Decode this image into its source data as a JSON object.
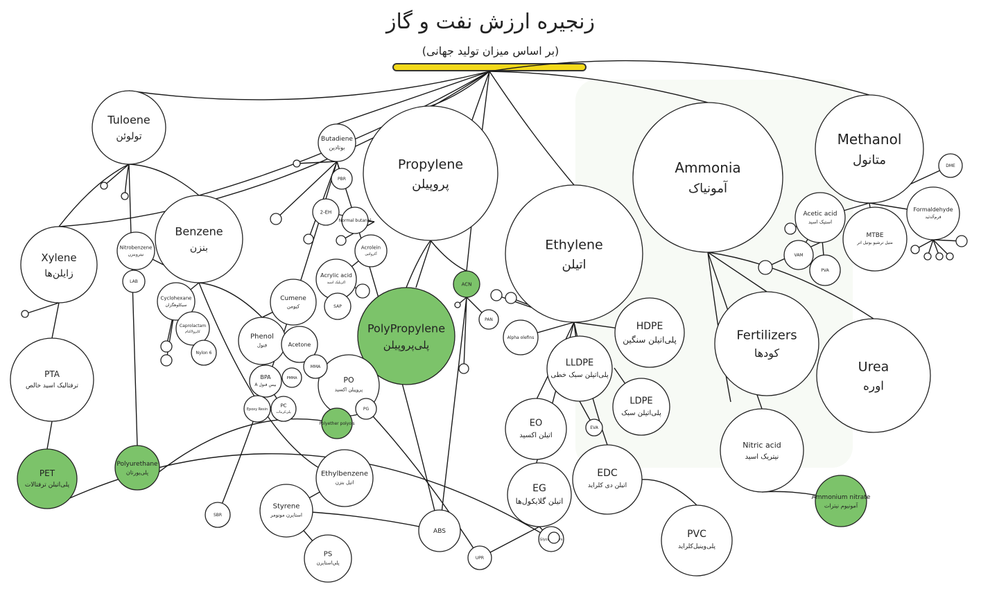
{
  "title": "زنجیره ارزش نفت و گاز",
  "subtitle": "(بر اساس میزان تولید جهانی)",
  "colors": {
    "highlight": "#7cc36a",
    "root": "#f3d91a",
    "node": "#ffffff",
    "line": "#1a1a1a"
  },
  "nodes": [
    {
      "id": "methanol",
      "en": "Methanol",
      "fa": "متانول"
    },
    {
      "id": "ammonia",
      "en": "Ammonia",
      "fa": "آمونیاک"
    },
    {
      "id": "propylene",
      "en": "Propylene",
      "fa": "پروپیلن"
    },
    {
      "id": "ethylene",
      "en": "Ethylene",
      "fa": "اتیلن"
    },
    {
      "id": "tuloene",
      "en": "Tuloene",
      "fa": "تولوئن"
    },
    {
      "id": "xylene",
      "en": "Xylene",
      "fa": "زایلن‌ها"
    },
    {
      "id": "benzene",
      "en": "Benzene",
      "fa": "بنزن"
    },
    {
      "id": "butadiene",
      "en": "Butadiene",
      "fa": "بوتادین"
    },
    {
      "id": "polypropylene",
      "en": "PolyPropylene",
      "fa": "پلی‌پروپیلن"
    },
    {
      "id": "fertilizers",
      "en": "Fertilizers",
      "fa": "کودها"
    },
    {
      "id": "urea",
      "en": "Urea",
      "fa": "اوره"
    },
    {
      "id": "hdpe",
      "en": "HDPE",
      "fa": "پلی‌اتیلن سنگین"
    },
    {
      "id": "lldpe",
      "en": "LLDPE",
      "fa": "پلی‌اتیلن سبک خطی"
    },
    {
      "id": "ldpe",
      "en": "LDPE",
      "fa": "پلی‌اتیلن سبک"
    },
    {
      "id": "pta",
      "en": "PTA",
      "fa": "ترفتالیک اسید خالص"
    },
    {
      "id": "pet",
      "en": "PET",
      "fa": "پلی‌اتیلن ترفتالات"
    },
    {
      "id": "polyurethane",
      "en": "Polyurethane",
      "fa": "پلی‌یورتان"
    },
    {
      "id": "eo",
      "en": "EO",
      "fa": "اتیلن اکسید"
    },
    {
      "id": "eg",
      "en": "EG",
      "fa": "اتیلن گلایکول‌ها"
    },
    {
      "id": "edc",
      "en": "EDC",
      "fa": "اتیلن دی کلراید"
    },
    {
      "id": "pvc",
      "en": "PVC",
      "fa": "پلی‌وینیل‌کلراید"
    },
    {
      "id": "nitricacid",
      "en": "Nitric acid",
      "fa": "نیتریک اسید"
    },
    {
      "id": "ammoniumnitrate",
      "en": "Ammonium nitrate",
      "fa": "آمونیوم نیترات"
    },
    {
      "id": "acn",
      "en": "ACN",
      "fa": ""
    },
    {
      "id": "po",
      "en": "PO",
      "fa": "پروپیلن اکسید"
    },
    {
      "id": "phenol",
      "en": "Phenol",
      "fa": "فنول"
    },
    {
      "id": "cumene",
      "en": "Cumene",
      "fa": "کیومن"
    },
    {
      "id": "ethylbenzene",
      "en": "Ethylbenzene",
      "fa": "اتیل بنزن"
    },
    {
      "id": "styrene",
      "en": "Styrene",
      "fa": "استایرن مونومر"
    },
    {
      "id": "ps",
      "en": "PS",
      "fa": "پلی‌استایرن"
    },
    {
      "id": "abs",
      "en": "ABS",
      "fa": ""
    },
    {
      "id": "aceticacid",
      "en": "Acetic acid",
      "fa": "استیک اسید"
    },
    {
      "id": "formaldehyde",
      "en": "Formaldehyde",
      "fa": "فرم‌آلدئید"
    },
    {
      "id": "mtbe",
      "en": "MTBE",
      "fa": "متیل ترشیو بوتیل اتر"
    },
    {
      "id": "dme",
      "en": "DME",
      "fa": ""
    },
    {
      "id": "vam",
      "en": "VAM",
      "fa": ""
    },
    {
      "id": "pva",
      "en": "PVA",
      "fa": ""
    },
    {
      "id": "nitrobenzene",
      "en": "Nitrobenzene",
      "fa": "نیتروبنزن"
    },
    {
      "id": "lab",
      "en": "LAB",
      "fa": ""
    },
    {
      "id": "cyclohexane",
      "en": "Cyclohexane",
      "fa": "سیکلوهگزان"
    },
    {
      "id": "caprolactam",
      "en": "Caprolactam",
      "fa": "کاپرولاکتام"
    },
    {
      "id": "nylon",
      "en": "Nylon 6",
      "fa": ""
    },
    {
      "id": "acetone",
      "en": "Acetone",
      "fa": ""
    },
    {
      "id": "mma",
      "en": "MMA",
      "fa": ""
    },
    {
      "id": "bpa",
      "en": "BPA",
      "fa": "بیس فنول A"
    },
    {
      "id": "pmma",
      "en": "PMMA",
      "fa": ""
    },
    {
      "id": "epoxyresin",
      "en": "Epoxy Resin",
      "fa": ""
    },
    {
      "id": "pc",
      "en": "PC",
      "fa": "پلی‌کربنات"
    },
    {
      "id": "acrylicacid",
      "en": "Acrylic acid",
      "fa": "اکریلیک اسید"
    },
    {
      "id": "acrolein",
      "en": "Acrolein",
      "fa": "آکرولئین"
    },
    {
      "id": "sap",
      "en": "SAP",
      "fa": ""
    },
    {
      "id": "twoeh",
      "en": "2-EH",
      "fa": ""
    },
    {
      "id": "nbutanol",
      "en": "Normal butanol",
      "fa": ""
    },
    {
      "id": "pbr",
      "en": "PBR",
      "fa": ""
    },
    {
      "id": "pg",
      "en": "PG",
      "fa": ""
    },
    {
      "id": "polyetherpolyols",
      "en": "Polyether polyols",
      "fa": ""
    },
    {
      "id": "sbr",
      "en": "SBR",
      "fa": ""
    },
    {
      "id": "pan",
      "en": "PAN",
      "fa": ""
    },
    {
      "id": "alphaolefins",
      "en": "Alpha olefins",
      "fa": ""
    },
    {
      "id": "eva",
      "en": "EVA",
      "fa": ""
    },
    {
      "id": "glycolethers",
      "en": "Glycol ethers",
      "fa": ""
    },
    {
      "id": "upr",
      "en": "UPR",
      "fa": ""
    }
  ]
}
